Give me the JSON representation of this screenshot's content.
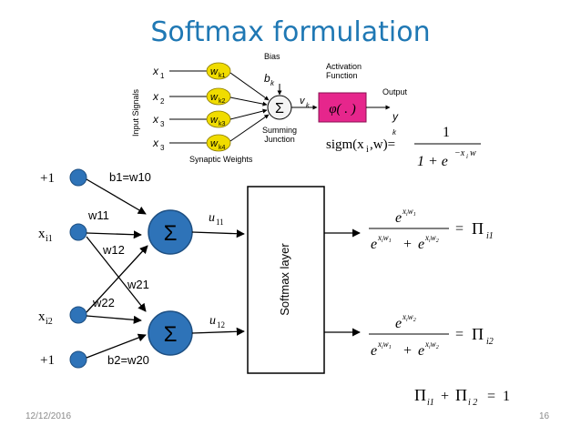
{
  "slide": {
    "title": "Softmax formulation",
    "date": "12/12/2016",
    "page_number": "16"
  },
  "inset": {
    "input_label": "Input Signals",
    "inputs": [
      "x",
      "x",
      "x",
      "x"
    ],
    "input_subscripts": [
      "1",
      "2",
      "3",
      "3"
    ],
    "weights": [
      "w",
      "w",
      "w",
      "w"
    ],
    "weight_subscripts": [
      "k1",
      "k2",
      "k3",
      "k4"
    ],
    "bias_label": "Bias",
    "bias_symbol": "b",
    "bias_subscript": "k",
    "sum_symbol": "Σ",
    "summing_junction": [
      "Summing",
      "Junction"
    ],
    "v_symbol": "v",
    "v_subscript": "k",
    "activation_label": [
      "Activation",
      "Function"
    ],
    "activation_symbol": "φ( . )",
    "output_label": "Output",
    "output_symbol": "y",
    "output_subscript": "k",
    "synaptic_label": "Synaptic Weights"
  },
  "sigmoid": {
    "lhs": "sigm(x",
    "lhs_sub": "i",
    "lhs_rest": ",w)=",
    "numerator": "1",
    "denominator": "1 + e",
    "exponent": "−x",
    "exponent_sub": "i",
    "exponent_rest": "w"
  },
  "network": {
    "node_plus1_top": "+1",
    "node_xi1": "x",
    "node_xi1_sub": "i1",
    "node_xi2": "x",
    "node_xi2_sub": "i2",
    "node_plus1_bottom": "+1",
    "b1_label": "b1=w10",
    "w11_label": "w11",
    "w12_label": "w12",
    "w21_label": "w21",
    "w22_label": "w22",
    "b2_label": "b2=w20",
    "sum1": "Σ",
    "sum2": "Σ",
    "u11": "u",
    "u11_sub": "11",
    "u12": "u",
    "u12_sub": "12",
    "softmax_layer": "Softmax layer"
  },
  "outputs": {
    "pi1_sym": "Π",
    "pi1_sub": "i1",
    "pi2_sym": "Π",
    "pi2_sub": "i2",
    "e": "e",
    "plus": "+",
    "equals": "=",
    "sum_eq": [
      "Π",
      "i1",
      "+",
      "Π",
      "i 2",
      "=",
      "1"
    ]
  },
  "colors": {
    "title": "#1f78b4",
    "node_fill": "#2e73b8",
    "node_stroke": "#1d4f82",
    "inset_yellow": "#f0dc00",
    "inset_magenta": "#e6268c"
  }
}
